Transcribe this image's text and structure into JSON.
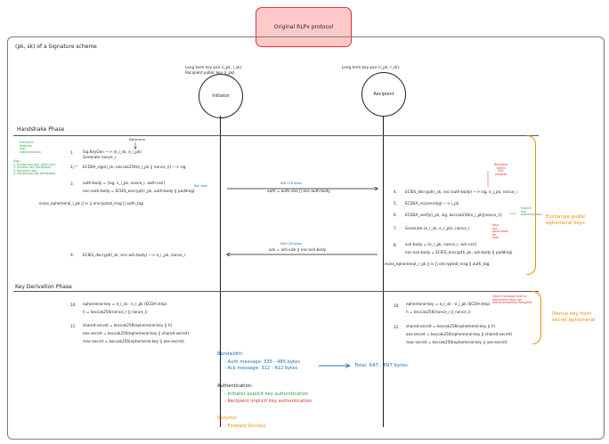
{
  "title": "Original RLPx protocol",
  "frame_title": "(pk, sk) of a Signature scheme",
  "initiator": {
    "label": "Initiator",
    "key_note_1": "Long term key pair (i_pk, i_sk).",
    "key_note_2": "Recipient public key (r_pk)."
  },
  "recipient": {
    "label": "Recipient",
    "key_note": "Long term key pair (r_pk, r_sk)."
  },
  "handshake": {
    "title": "Handshake Phase",
    "ephemeral_label": "Ephemeral",
    "left_green_note": [
      "Everyone",
      "deduces",
      "user",
      "authentication"
    ],
    "left_green_list": [
      "Sigs:",
      "1. Known key pair (Auth key)",
      "2. Initiator key attribution",
      "3. Recipient key",
      "4. Ephemeral key attribution"
    ],
    "step1_num": "1.",
    "step1_a": "Sig.KeyGen —> (e_i_sk, e_i_pk)",
    "step1_b": "Generate nonce_i",
    "step2_num": "2.",
    "step2": "ECDSA_sign(i_sk, keccak256(e_i_pk || nonce_i)) —> sig",
    "step3_num": "3.",
    "step3_a": "auth-body = [sig, e_i_pk, nonce_i, auth-vsn]",
    "step3_b": "enc-auth-body = ECIES_encrypt(r_pk, auth-body || padding)",
    "step3_c": "ecies_ephemeral_i_pk || iv || encrypted_msg || auth_tag",
    "step3_note": "Not used",
    "msg1_small": "65B    128 bytes",
    "msg1": "auth = auth-size || enc-auth-body",
    "step4_num": "4.",
    "step4": "ECIES_decrypt(r_sk, enc-auth-body) —> sig, e_i_pk, nonce_i",
    "step5_num": "5.",
    "step5": "ECDSA_recover(sig) —> i_pk",
    "step6_num": "6.",
    "step6": "ECDSA_verify(i_pk, sig, keccak256(e_i_pk||nonce_i))",
    "step7_num": "7.",
    "step7": "Generate (e_r_sk, e_r_pk), nonce_r",
    "step8_num": "8.",
    "step8_a": "ack-body = [e_r_pk, nonce_r, ack-vsn]",
    "step8_b": "enc-ack-body = ECIES_encrypt(i_pk, ack-body || padding)",
    "step8_c": "ecies_ephemeral_r_pk || iv || encrypted_msg || auth_tag",
    "msg2_small": "65B    128 bytes",
    "msg2": "ack = ack-size || enc-ack-body",
    "step9_num": "9.",
    "step9": "ECIES_decrypt(i_sk, enc-ack-body) —> e_r_pk, nonce_r",
    "right_red_note": [
      "Recipient",
      "learns",
      "the",
      "Initiator"
    ],
    "right_green_note": [
      "Explicit",
      "key",
      "authentication"
    ],
    "right_red_note2": [
      "Keys",
      "are",
      "generated",
      "for",
      "auth"
    ],
    "brace_label_1": "Exchange public",
    "brace_label_2": "ephemeral keys"
  },
  "kdf": {
    "title": "Key Derivation Phase",
    "i10_num": "10.",
    "i10_a": "ephemeral-key = e_i_sk · e_r_pk    (ECDH step)",
    "i10_b": "h = keccak256(nonce_r || nonce_i)",
    "i11_num": "11.",
    "i11_a": "shared-secret = keccak256(ephemeral-key || h)",
    "i11_b": "aes-secret = keccak256(ephemeral-key || shared-secret)",
    "i11_c": "mac-secret = keccak256(ephemeral-key || aes-secret)",
    "r10_num": "10.",
    "r10_a": "ephemeral-key = e_r_sk · e_i_pk    (ECDH step)",
    "r10_b": "h = keccak256(nonce_r || nonce_i)",
    "r11_num": "11.",
    "r11_a": "shared-secret = keccak256(ephemeral-key || h)",
    "r11_b": "aes-secret = keccak256(ephemeral-key || shared-secret)",
    "r11_c": "mac-secret = keccak256(ephemeral-key || aes-secret)",
    "red_note": [
      "Same message hash or",
      "ephemeral keys not",
      "authenticated by Recipient"
    ],
    "brace_label_1": "Derive key from",
    "brace_label_2": "secret ephemeral"
  },
  "summary": {
    "bandwidth_title": "Bandwidth:",
    "auth_msg": "- Auth message:  335 - 485 bytes",
    "ack_msg": "- Ack message:    312 - 412 bytes",
    "total": "Total:  647 - 897 bytes",
    "auth_title": "Authentication:",
    "auth_1": "- Initiator explicit key authentication",
    "auth_2": "- Recipient implicit key authentication",
    "security_title": "Security:",
    "security_1": "- Forward Secrecy"
  },
  "colors": {
    "title_fill": "#ffc9c9",
    "title_stroke": "#e03131",
    "green": "#2f9e44",
    "red": "#e03131",
    "blue": "#1971c2",
    "orange": "#f08c00"
  }
}
